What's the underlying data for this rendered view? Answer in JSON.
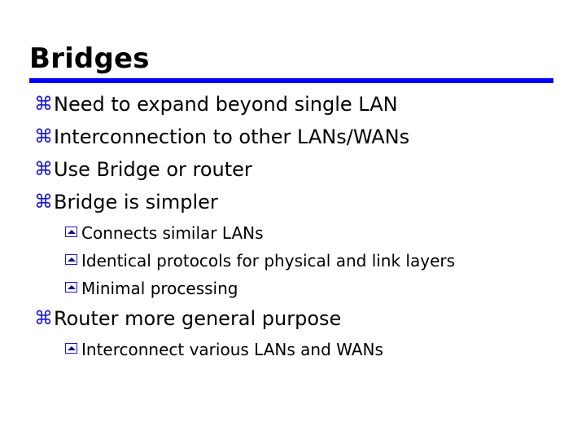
{
  "slide": {
    "title": "Bridges",
    "background_color": "#ffffff",
    "title_color": "#000000",
    "rule_color": "#0000ff",
    "bullet_color": "#1a1ac8",
    "subbullet_box_color": "#1a1ac8",
    "subbullet_chevron_color": "#101080",
    "body_text_color": "#000000",
    "markers": {
      "level1_icon": "command-loop-bullet-icon",
      "level1_glyph": "⌘",
      "level2_icon": "boxed-chevron-up-bullet-icon"
    },
    "bullets": [
      {
        "level": 1,
        "text": "Need to expand beyond single LAN"
      },
      {
        "level": 1,
        "text": "Interconnection to other LANs/WANs"
      },
      {
        "level": 1,
        "text": "Use Bridge or router"
      },
      {
        "level": 1,
        "text": "Bridge is simpler"
      },
      {
        "level": 2,
        "text": "Connects similar LANs"
      },
      {
        "level": 2,
        "text": "Identical protocols for physical and link layers"
      },
      {
        "level": 2,
        "text": "Minimal processing"
      },
      {
        "level": 1,
        "text": "Router more general purpose"
      },
      {
        "level": 2,
        "text": "Interconnect various LANs and WANs"
      }
    ]
  }
}
